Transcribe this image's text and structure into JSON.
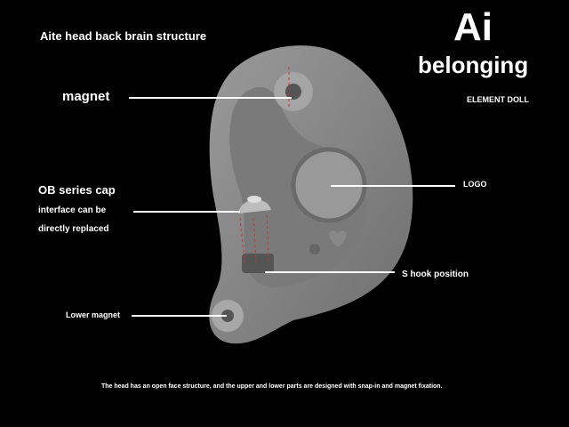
{
  "title": "Aite head back brain structure",
  "logo": {
    "mark": "Ai",
    "word": "belonging",
    "subtitle": "ELEMENT DOLL"
  },
  "labels": {
    "magnet": "magnet",
    "cap_line1": "OB series cap",
    "cap_line2": "interface can be",
    "cap_line3": "directly replaced",
    "logo": "LOGO",
    "s_hook": "S hook position",
    "lower_magnet": "Lower magnet"
  },
  "caption": "The head has an open face structure, and the upper and lower parts are designed with snap-in and magnet fixation.",
  "colors": {
    "background": "#000000",
    "part": "#8a8a8a",
    "guide": "#cc3333"
  }
}
